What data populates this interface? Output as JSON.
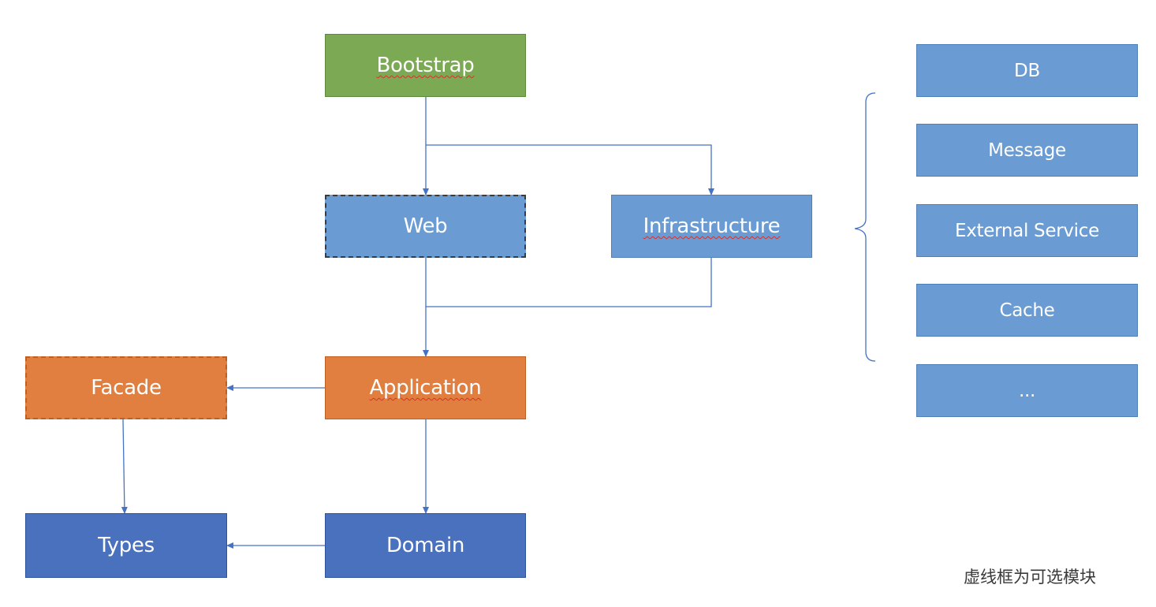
{
  "modules": {
    "bootstrap": "Bootstrap",
    "web": "Web",
    "infrastructure": "Infrastructure",
    "facade": "Facade",
    "application": "Application",
    "types": "Types",
    "domain": "Domain"
  },
  "infrastructure_items": [
    "DB",
    "Message",
    "External Service",
    "Cache",
    "..."
  ],
  "note": "虚线框为可选模块",
  "colors": {
    "green": "#7ca953",
    "light_blue": "#6a9bd2",
    "orange": "#e07f40",
    "dark_blue": "#4a71be",
    "connector": "#4472c4"
  }
}
